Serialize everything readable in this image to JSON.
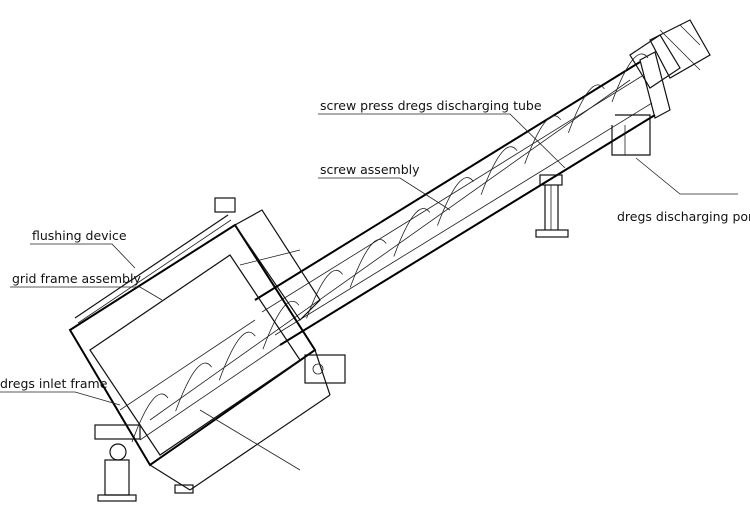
{
  "diagram": {
    "labels": {
      "discharging_tube": "screw press dregs discharging tube",
      "screw_assembly": "screw assembly",
      "discharging_port": "dregs discharging port",
      "flushing_device": "flushing device",
      "grid_frame": "grid frame assembly",
      "inlet_frame": "dregs inlet frame"
    }
  }
}
